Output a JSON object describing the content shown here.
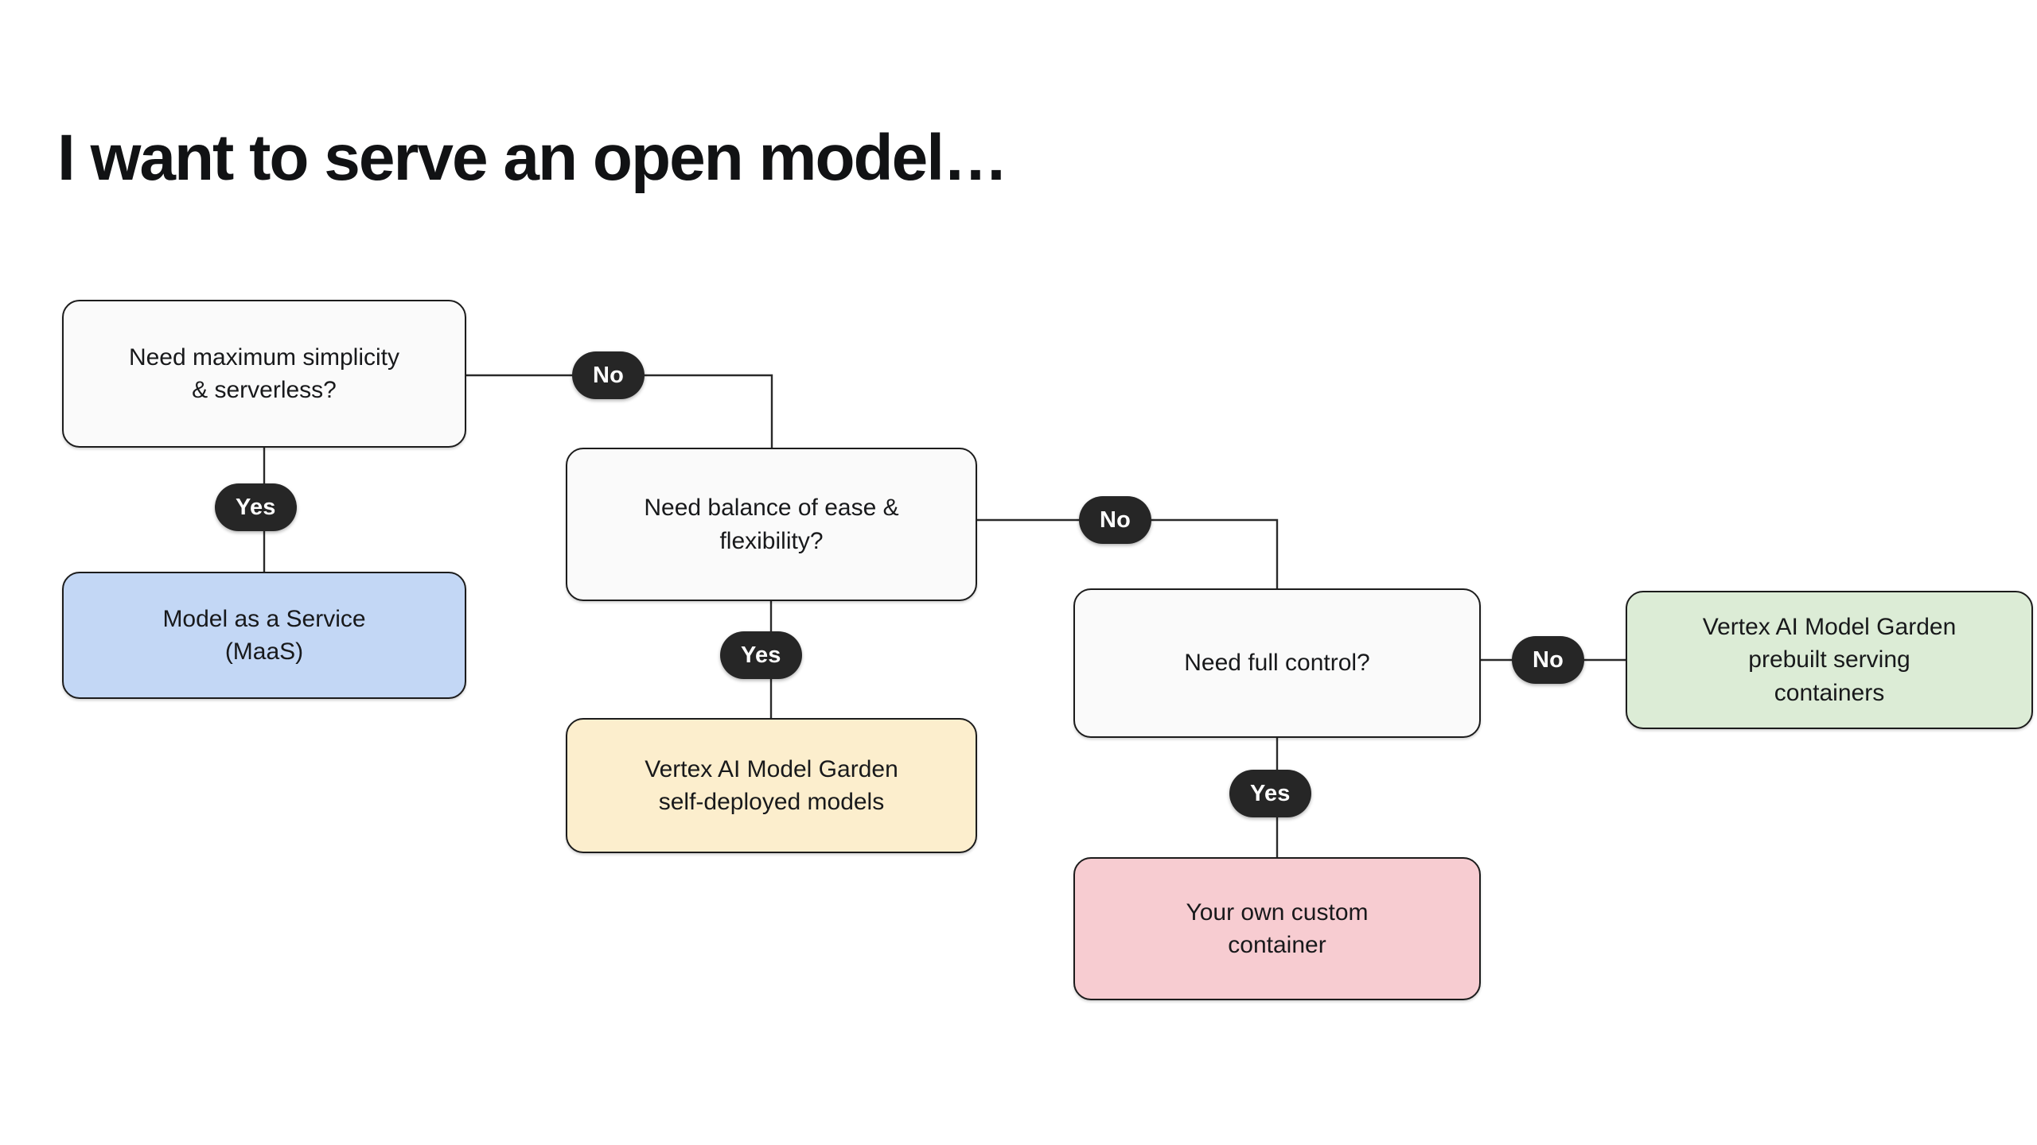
{
  "title": "I want to serve an open model…",
  "colors": {
    "background": "#ffffff",
    "title_text": "#111214",
    "node_border": "#1c1c1c",
    "decision_fill": "#fafafa",
    "maas_fill": "#c3d7f5",
    "self_deployed_fill": "#fceecd",
    "prebuilt_fill": "#dcecd6",
    "custom_container_fill": "#f7ccd1",
    "pill_fill": "#262626",
    "pill_text": "#ffffff",
    "connector": "#2a2a2a"
  },
  "nodes": {
    "q1": {
      "label": "Need maximum simplicity\n& serverless?",
      "kind": "decision"
    },
    "maas": {
      "label": "Model as a Service\n(MaaS)",
      "kind": "outcome"
    },
    "q2": {
      "label": "Need balance of ease &\nflexibility?",
      "kind": "decision"
    },
    "mg_self": {
      "label": "Vertex AI Model Garden\nself-deployed models",
      "kind": "outcome"
    },
    "q3": {
      "label": "Need full control?",
      "kind": "decision"
    },
    "custom": {
      "label": "Your own custom\ncontainer",
      "kind": "outcome"
    },
    "mg_prebuilt": {
      "label": "Vertex AI Model Garden\nprebuilt serving\ncontainers",
      "kind": "outcome"
    }
  },
  "edges": {
    "q1_yes": "Yes",
    "q1_no": "No",
    "q2_yes": "Yes",
    "q2_no": "No",
    "q3_yes": "Yes",
    "q3_no": "No"
  }
}
